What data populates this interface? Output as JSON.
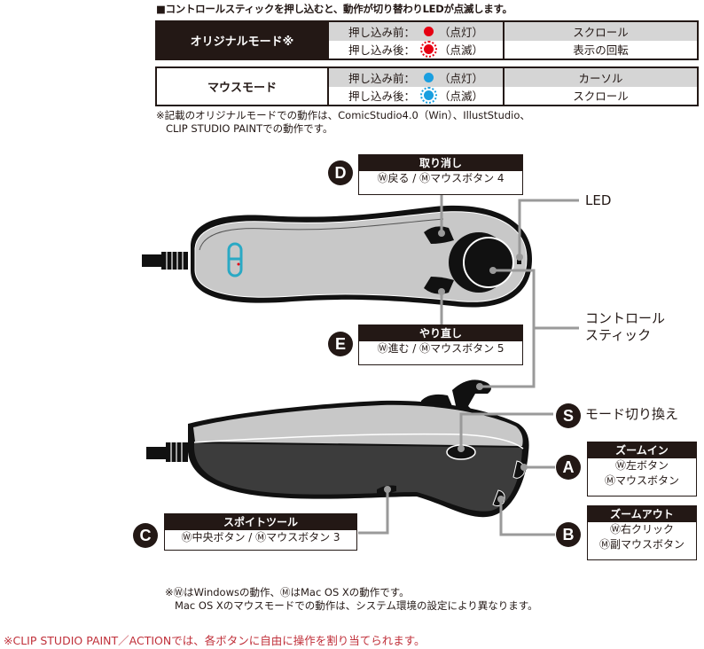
{
  "header": {
    "note": "■コントロールスティックを押し込むと、動作が切り替わりLEDが点滅します。"
  },
  "modes": [
    {
      "name": "オリジナルモード※",
      "rows": [
        {
          "state": "押し込み前：",
          "led_color": "#e60012",
          "led_state": "（点灯）",
          "blink": false,
          "action": "スクロール"
        },
        {
          "state": "押し込み後：",
          "led_color": "#e60012",
          "led_state": "（点滅）",
          "blink": true,
          "action": "表示の回転"
        }
      ]
    },
    {
      "name": "マウスモード",
      "rows": [
        {
          "state": "押し込み前：",
          "led_color": "#1a9fe0",
          "led_state": "（点灯）",
          "blink": false,
          "action": "カーソル"
        },
        {
          "state": "押し込み後：",
          "led_color": "#1a9fe0",
          "led_state": "（点滅）",
          "blink": true,
          "action": "スクロール"
        }
      ]
    }
  ],
  "footnote1": "※記載のオリジナルモードでの動作は、ComicStudio4.0（Win）、IllustStudio、\n   CLIP STUDIO PAINTでの動作です。",
  "callouts": {
    "D": {
      "badge": "D",
      "title": "取り消し",
      "lines": [
        "Ⓦ戻る / Ⓜマウスボタン 4"
      ]
    },
    "E": {
      "badge": "E",
      "title": "やり直し",
      "lines": [
        "Ⓦ進む / Ⓜマウスボタン 5"
      ]
    },
    "A": {
      "badge": "A",
      "title": "ズームイン",
      "lines": [
        "Ⓦ左ボタン",
        "Ⓜマウスボタン"
      ]
    },
    "B": {
      "badge": "B",
      "title": "ズームアウト",
      "lines": [
        "Ⓦ右クリック",
        "Ⓜ副マウスボタン"
      ]
    },
    "C": {
      "badge": "C",
      "title": "スポイトツール",
      "lines": [
        "Ⓦ中央ボタン / Ⓜマウスボタン 3"
      ]
    },
    "S": {
      "badge": "S",
      "label": "モード切り換え"
    }
  },
  "labels": {
    "led": "LED",
    "control_stick_line1": "コントロール",
    "control_stick_line2": "スティック"
  },
  "colors": {
    "dark": "#231815",
    "body_light": "#c8c8c8",
    "body_dark": "#3c3c3c",
    "leader": "#9a9a9a",
    "logo": "#2aa9c4",
    "red_note": "#c0303a"
  },
  "bottom_note": "※ⓌはWindowsの動作、ⓂはMac OS Xの動作です。\n   Mac OS Xのマウスモードでの動作は、システム環境の設定により異なります。",
  "red_note": "※CLIP STUDIO PAINT／ACTIONでは、各ボタンに自由に操作を割り当てられます。"
}
